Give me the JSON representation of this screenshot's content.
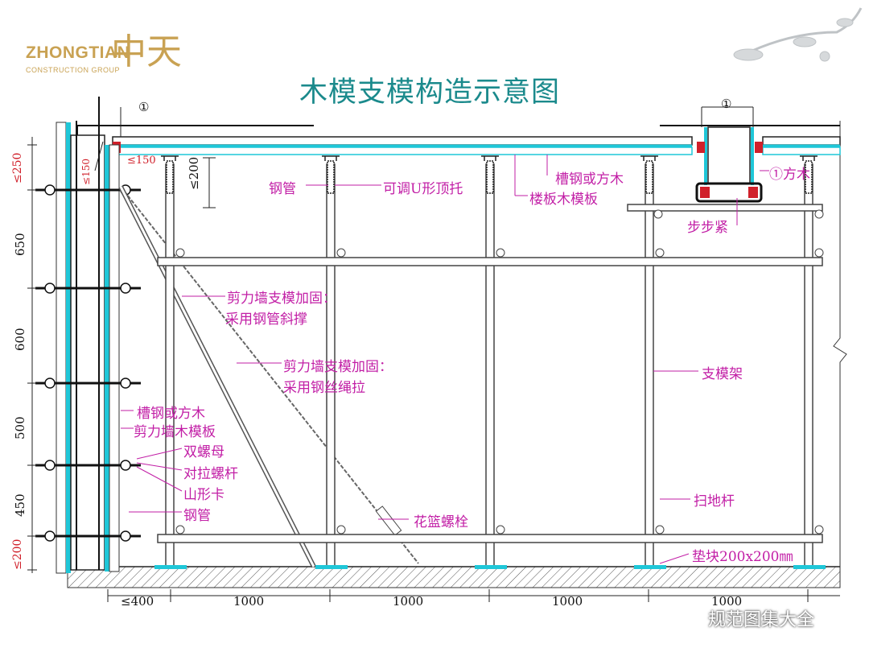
{
  "logo": {
    "name": "ZHONGTIAN",
    "sub": "CONSTRUCTION GROUP",
    "mark": "中天"
  },
  "title": "木模支模构造示意图",
  "labels": {
    "steel_pipe_top": "钢管",
    "u_jack": "可调U形顶托",
    "channel_or_timber_top": "槽钢或方木",
    "floor_formwork": "楼板木模板",
    "timber_1": "①方木",
    "step_tight": "步步紧",
    "brace_pipe_l1": "剪力墙支模加固：",
    "brace_pipe_l2": "采用钢管斜撑",
    "brace_wire_l1": "剪力墙支模加固：",
    "brace_wire_l2": "采用钢丝绳拉",
    "support_frame": "支模架",
    "channel_or_timber_wall": "槽钢或方木",
    "wall_formwork": "剪力墙木模板",
    "double_nut": "双螺母",
    "tie_bolt": "对拉螺杆",
    "mountain_clip": "山形卡",
    "steel_pipe_wall": "钢管",
    "turnbuckle": "花篮螺栓",
    "sweep_rod": "扫地杆",
    "pad_block": "垫块200x200㎜"
  },
  "dimensions": {
    "left_vertical": [
      "≤250",
      "650",
      "600",
      "500",
      "450",
      "≤200"
    ],
    "bottom": [
      "≤400",
      "1000",
      "1000",
      "1000",
      "1000"
    ],
    "top_small": [
      "≤150",
      "≤150",
      "≤200"
    ],
    "circle_marks": [
      "①",
      "①"
    ]
  },
  "watermark": "规范图集大全",
  "colors": {
    "title": "#1b8a8c",
    "label": "#c21fa6",
    "formwork": "#1fc7d8",
    "logo": "#c9a253",
    "red_dim": "#d0202a"
  }
}
